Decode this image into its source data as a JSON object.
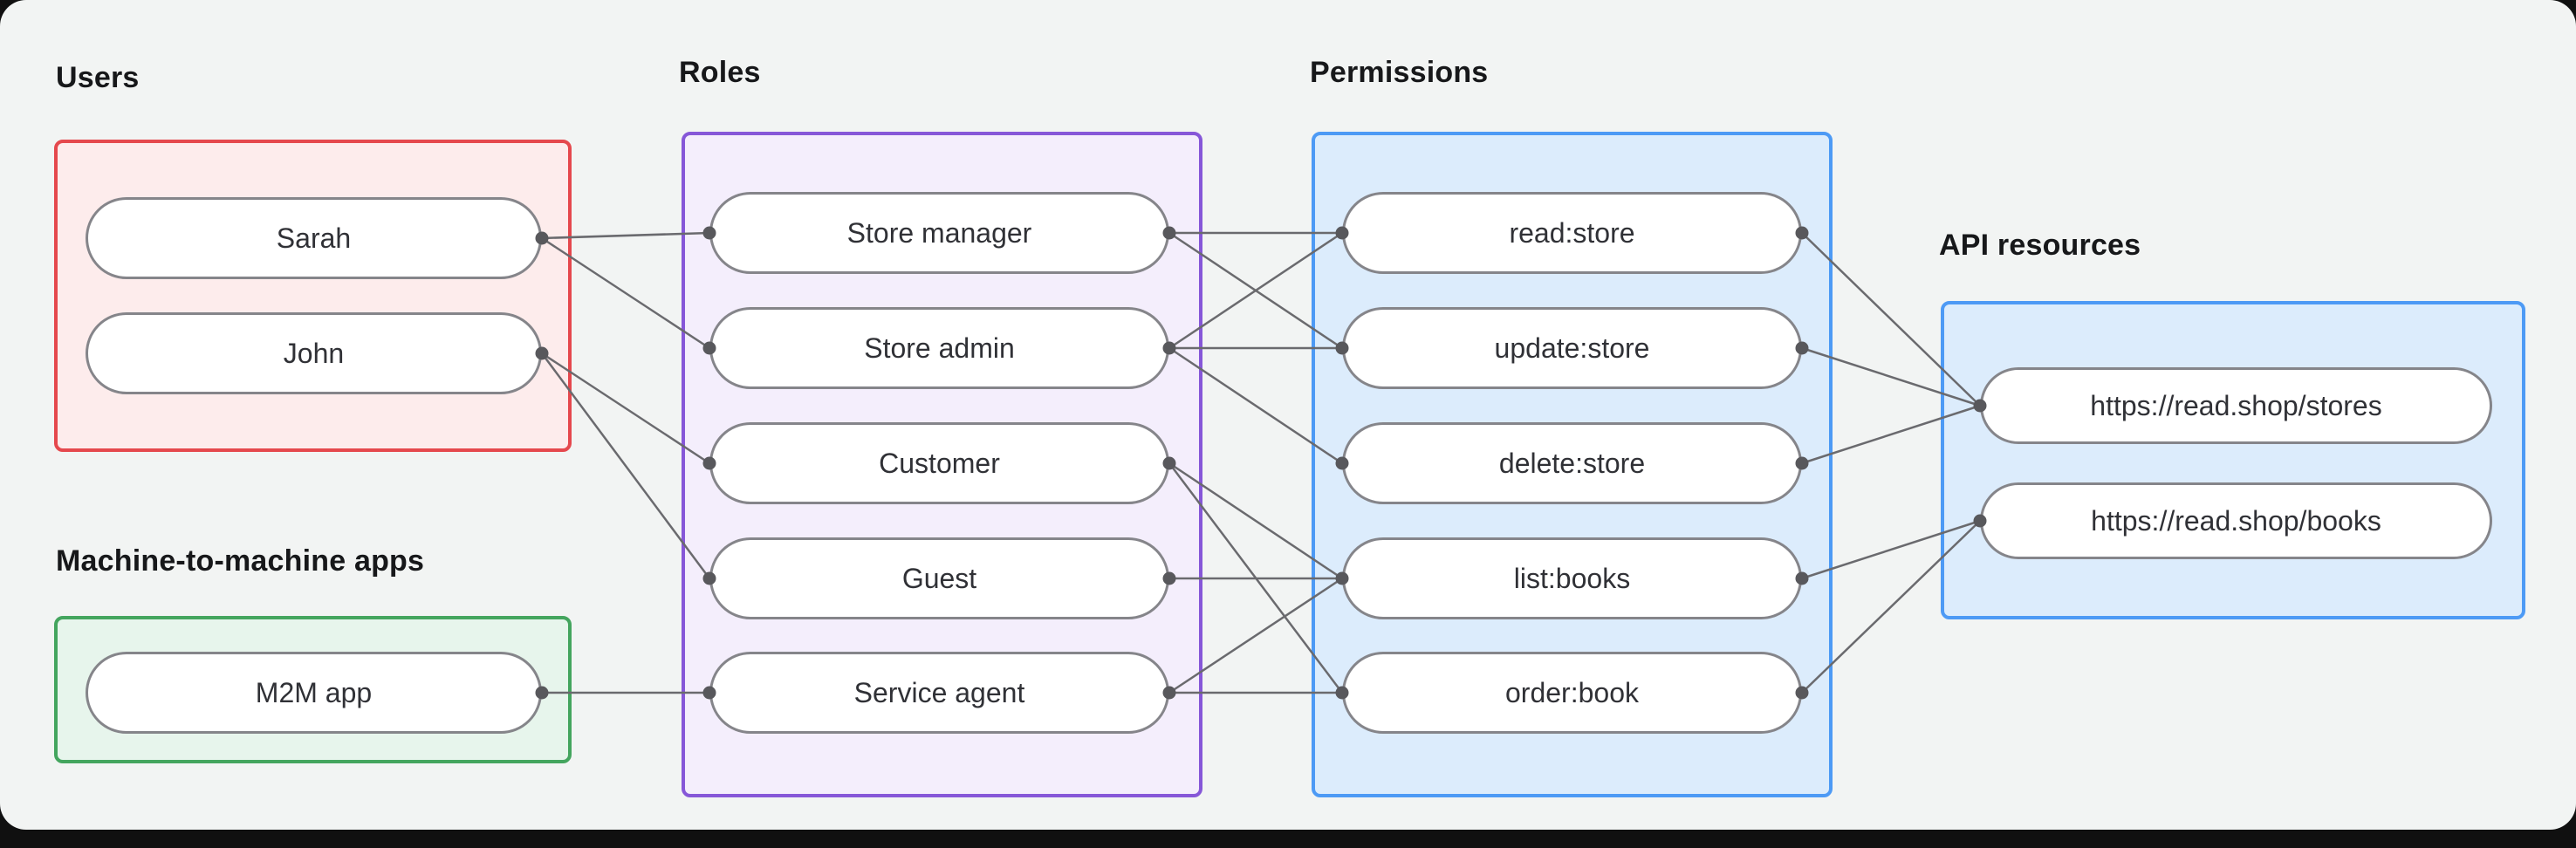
{
  "groups": {
    "users": {
      "label": "Users",
      "items": [
        "Sarah",
        "John"
      ],
      "border_color": "#e5484d",
      "fill_color": "#fdecec"
    },
    "m2m": {
      "label": "Machine-to-machine apps",
      "items": [
        "M2M app"
      ],
      "border_color": "#44a55e",
      "fill_color": "#e7f5ec"
    },
    "roles": {
      "label": "Roles",
      "items": [
        "Store manager",
        "Store admin",
        "Customer",
        "Guest",
        "Service agent"
      ],
      "border_color": "#8657d8",
      "fill_color": "#f4eefc"
    },
    "permissions": {
      "label": "Permissions",
      "items": [
        "read:store",
        "update:store",
        "delete:store",
        "list:books",
        "order:book"
      ],
      "border_color": "#4d9af5",
      "fill_color": "#dcecfc"
    },
    "resources": {
      "label": "API resources",
      "items": [
        "https://read.shop/stores",
        "https://read.shop/books"
      ],
      "border_color": "#4d9af5",
      "fill_color": "#dcecfc"
    }
  },
  "edges": [
    {
      "from": "Sarah",
      "to": "Store manager"
    },
    {
      "from": "Sarah",
      "to": "Store admin"
    },
    {
      "from": "John",
      "to": "Customer"
    },
    {
      "from": "John",
      "to": "Guest"
    },
    {
      "from": "M2M app",
      "to": "Service agent"
    },
    {
      "from": "Store manager",
      "to": "read:store"
    },
    {
      "from": "Store manager",
      "to": "update:store"
    },
    {
      "from": "Store admin",
      "to": "read:store"
    },
    {
      "from": "Store admin",
      "to": "update:store"
    },
    {
      "from": "Store admin",
      "to": "delete:store"
    },
    {
      "from": "Customer",
      "to": "list:books"
    },
    {
      "from": "Customer",
      "to": "order:book"
    },
    {
      "from": "Guest",
      "to": "list:books"
    },
    {
      "from": "Service agent",
      "to": "list:books"
    },
    {
      "from": "Service agent",
      "to": "order:book"
    },
    {
      "from": "read:store",
      "to": "https://read.shop/stores"
    },
    {
      "from": "update:store",
      "to": "https://read.shop/stores"
    },
    {
      "from": "delete:store",
      "to": "https://read.shop/stores"
    },
    {
      "from": "list:books",
      "to": "https://read.shop/books"
    },
    {
      "from": "order:book",
      "to": "https://read.shop/books"
    }
  ],
  "connector": {
    "line_color": "#6a6a6e",
    "dot_color": "#58585c"
  }
}
